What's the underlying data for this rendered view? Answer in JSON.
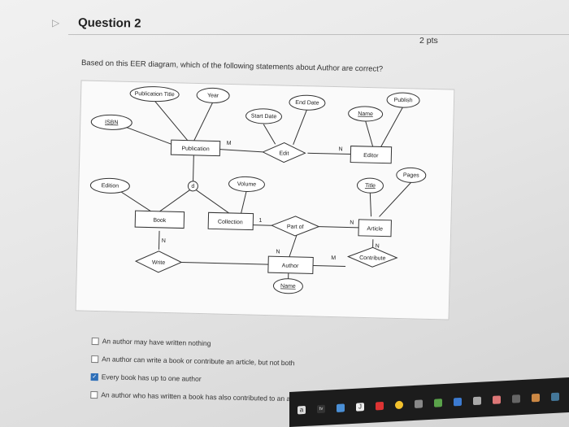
{
  "question": {
    "title": "Question 2",
    "points": "2 pts",
    "prompt": "Based on this EER diagram, which of the following statements about Author are correct?"
  },
  "diagram": {
    "attributes": {
      "publication_title": "Publication Title",
      "year": "Year",
      "isbn": "ISBN",
      "edition": "Edition",
      "start_date": "Start Date",
      "end_date": "End Date",
      "volume": "Volume",
      "editor_name": "Name",
      "publish": "Publish",
      "pages": "Pages",
      "title": "Title",
      "author_name": "Name"
    },
    "entities": {
      "publication": "Publication",
      "book": "Book",
      "collection": "Collection",
      "author": "Author",
      "editor": "Editor",
      "article": "Article"
    },
    "relationships": {
      "edit": "Edit",
      "part_of": "Part of",
      "write": "Write",
      "contribute": "Contribute"
    },
    "specialization": "d",
    "cardinalities": {
      "pub_edit": "M",
      "editor_edit": "N",
      "collection_partof": "1",
      "article_partof": "N",
      "book_write": "N",
      "author_write": "N",
      "author_contribute": "M",
      "article_contribute": "N"
    }
  },
  "options": [
    {
      "label": "An author may have written nothing",
      "checked": false
    },
    {
      "label": "An author can write a book or contribute an article, but not both",
      "checked": false
    },
    {
      "label": "Every book has up to one author",
      "checked": true
    },
    {
      "label": "An author who has written a book has also contributed to an article",
      "checked": false
    }
  ],
  "taskbar": {
    "apps": [
      "a",
      "tv",
      "dropbox-icon",
      "J",
      "acrobat-icon",
      "chrome-icon"
    ]
  }
}
